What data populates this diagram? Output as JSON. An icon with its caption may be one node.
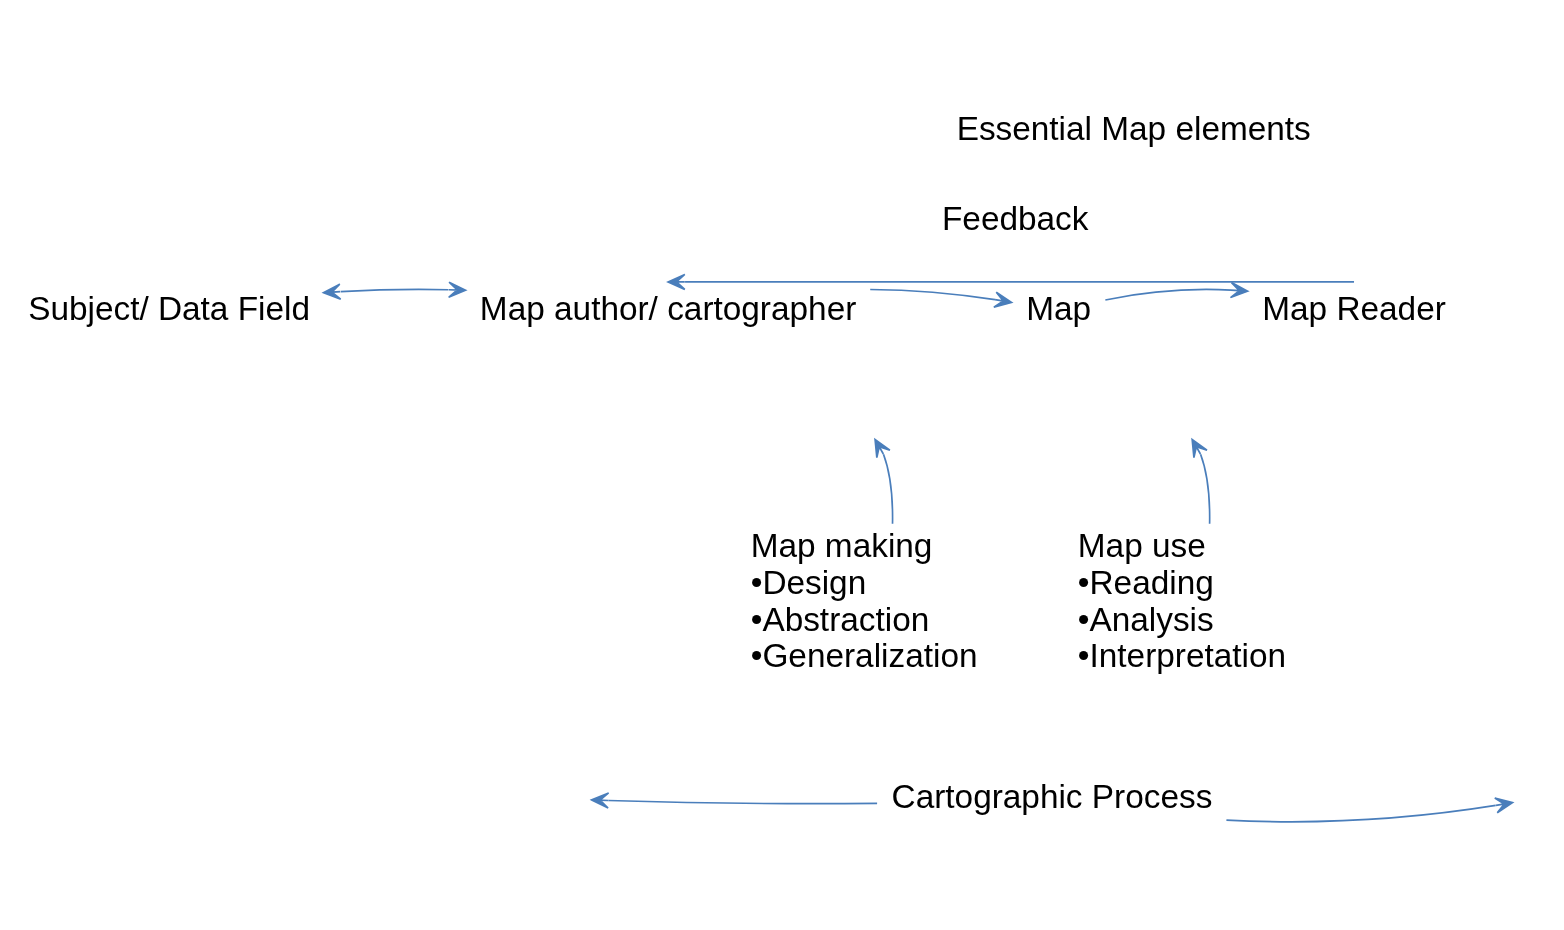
{
  "diagram": {
    "nodes": [
      {
        "text": [
          "Subject/ Data Field"
        ]
      },
      {
        "text": [
          "Map author/ cartographer"
        ]
      },
      {
        "text": [
          "Map"
        ]
      },
      {
        "text": [
          "Map Reader"
        ]
      },
      {
        "text": [
          "Map making",
          "•Design",
          "•Abstraction",
          "•Generalization"
        ]
      },
      {
        "text": [
          "Map use",
          "•Reading",
          "•Analysis",
          "•Interpretation"
        ]
      },
      {
        "text": [
          "Cartographic Process"
        ]
      }
    ],
    "edges": [
      {
        "from": 0,
        "to": 1,
        "arrow": "both"
      },
      {
        "from": 1,
        "to": 2,
        "arrow": "to"
      },
      {
        "from": 2,
        "to": 3,
        "arrow": "to"
      },
      {
        "from": 3,
        "to": 1,
        "arrow": "to",
        "label": "Feedback"
      },
      {
        "from": 4,
        "to": null,
        "arrow": "to"
      },
      {
        "from": 5,
        "to": null,
        "arrow": "to"
      },
      {
        "from": 6,
        "to": null,
        "arrow": "to"
      },
      {
        "from": 6,
        "to": null,
        "arrow": "to"
      }
    ],
    "labels": [
      "Essential Map elements"
    ]
  }
}
